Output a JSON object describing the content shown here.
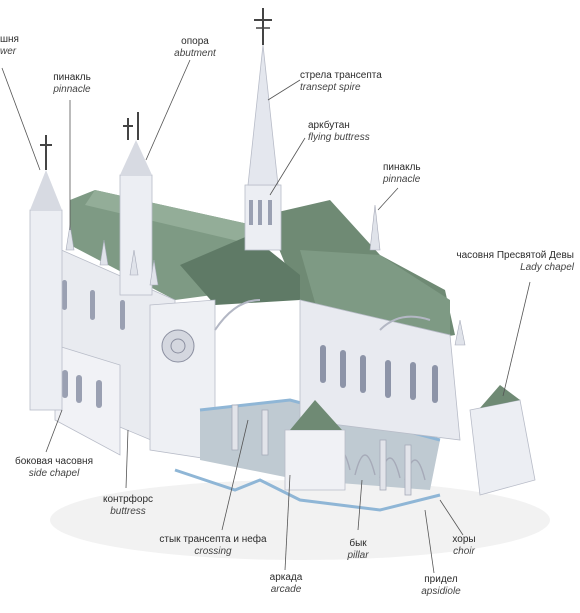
{
  "labels": {
    "tower": {
      "ru": "шня",
      "en": "wer"
    },
    "abutment": {
      "ru": "опора",
      "en": "abutment"
    },
    "pinnacle_l": {
      "ru": "пинакль",
      "en": "pinnacle"
    },
    "transept": {
      "ru": "стрела трансепта",
      "en": "transept spire"
    },
    "flying": {
      "ru": "аркбутан",
      "en": "flying buttress"
    },
    "pinnacle_r": {
      "ru": "пинакль",
      "en": "pinnacle"
    },
    "lady": {
      "ru": "часовня Пресвятой Девы",
      "en": "Lady chapel"
    },
    "side": {
      "ru": "боковая часовня",
      "en": "side chapel"
    },
    "buttress": {
      "ru": "контрфорс",
      "en": "buttress"
    },
    "crossing": {
      "ru": "стык трансепта и нефа",
      "en": "crossing"
    },
    "pillar": {
      "ru": "бык",
      "en": "pillar"
    },
    "choir": {
      "ru": "хоры",
      "en": "choir"
    },
    "arcade": {
      "ru": "аркада",
      "en": "arcade"
    },
    "apsidiole": {
      "ru": "придел",
      "en": "apsidiole"
    }
  },
  "colors": {
    "roof": "#7e9a84",
    "roof_dark": "#5f7a66",
    "stone": "#eef0f4",
    "stone_shade": "#c9ccd6",
    "floor": "#b8c4cc",
    "cut": "#8fb6d6",
    "leader": "#555555"
  }
}
